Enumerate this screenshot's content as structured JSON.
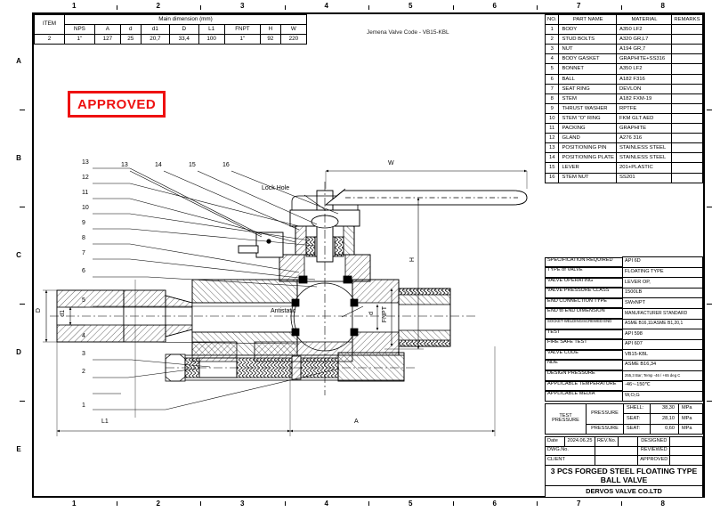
{
  "sheet": {
    "zone_columns": [
      "1",
      "2",
      "3",
      "4",
      "5",
      "6",
      "7",
      "8"
    ],
    "zone_rows": [
      "A",
      "B",
      "C",
      "D",
      "E"
    ]
  },
  "note": {
    "valve_code_note": "Jemena Valve Code - VB15-KBL"
  },
  "stamp": {
    "label": "APPROVED",
    "color": "#ee1111"
  },
  "dimension_table": {
    "group_header": "Main dimension (mm)",
    "item_header": "ITEM",
    "columns": [
      "NPS",
      "A",
      "d",
      "d1",
      "D",
      "L1",
      "FNPT",
      "H",
      "W"
    ],
    "rows": [
      {
        "item": "2",
        "values": [
          "1\"",
          "127",
          "25",
          "20,7",
          "33,4",
          "100",
          "1\"",
          "92",
          "220"
        ]
      }
    ]
  },
  "parts_list": {
    "headers": [
      "NO.",
      "PART NAME",
      "MATERIAL",
      "REMARKS"
    ],
    "rows": [
      {
        "no": "1",
        "part": "BODY",
        "material": "A350 LF2",
        "remarks": ""
      },
      {
        "no": "2",
        "part": "STUD BOLTS",
        "material": "A320 GR,L7",
        "remarks": ""
      },
      {
        "no": "3",
        "part": "NUT",
        "material": "A194 GR,7",
        "remarks": ""
      },
      {
        "no": "4",
        "part": "BODY GASKET",
        "material": "GRAPHITE+SS316",
        "remarks": ""
      },
      {
        "no": "5",
        "part": "BONNET",
        "material": "A350 LF2",
        "remarks": ""
      },
      {
        "no": "6",
        "part": "BALL",
        "material": "A182 F316",
        "remarks": ""
      },
      {
        "no": "7",
        "part": "SEAT RING",
        "material": "DEVLON",
        "remarks": ""
      },
      {
        "no": "8",
        "part": "STEM",
        "material": "A182 FXM-19",
        "remarks": ""
      },
      {
        "no": "9",
        "part": "THRUST WASHER",
        "material": "RPTFE",
        "remarks": ""
      },
      {
        "no": "10",
        "part": "STEM \"O\" RING",
        "material": "FKM GLT AED",
        "remarks": ""
      },
      {
        "no": "11",
        "part": "PACKING",
        "material": "GRAPHITE",
        "remarks": ""
      },
      {
        "no": "12",
        "part": "GLAND",
        "material": "A276 316",
        "remarks": ""
      },
      {
        "no": "13",
        "part": "POSITIONING PIN",
        "material": "STAINLESS STEEL",
        "remarks": ""
      },
      {
        "no": "14",
        "part": "POSITIONING PLATE",
        "material": "STAINLESS STEEL",
        "remarks": ""
      },
      {
        "no": "15",
        "part": "LEVER",
        "material": "201+PLASTIC",
        "remarks": ""
      },
      {
        "no": "16",
        "part": "STEM NUT",
        "material": "SS201",
        "remarks": ""
      }
    ]
  },
  "specifications": {
    "rows": [
      {
        "label": "SPECIFICATION REQUIRED",
        "value": "API 6D"
      },
      {
        "label": "TYPE of VALVE",
        "value": "FLOATING TYPE"
      },
      {
        "label": "VALVE OPERATING",
        "value": "LEVER OP,"
      },
      {
        "label": "VALVE PRESSURE CLASS",
        "value": "1500LB"
      },
      {
        "label": "END CONNECTION TYPE",
        "value": "SWxNPT"
      },
      {
        "label": "END to END DIMENSION",
        "value": "MANUFACTURER STANDARD"
      },
      {
        "label": "SOCKET-WELDING/SCREWED END",
        "value": "ASME B16,11/ASME B1,20,1"
      },
      {
        "label": "TEST",
        "value": "API 598"
      },
      {
        "label": "FIRE SAFE TEST",
        "value": "API 607"
      },
      {
        "label": "VALVE CODE",
        "value": "VB15-KBL"
      },
      {
        "label": "NDE",
        "value": "ASME  B16,34"
      },
      {
        "label": "DESIGN PRESSURE",
        "value": "255,3 Bar; Temp -46 / +65 deg C"
      },
      {
        "label": "APPLICABLE TEMPERATURE",
        "value": "-46~-150℃"
      },
      {
        "label": "APPLICABLE MEDIA",
        "value": "W,O,G"
      }
    ]
  },
  "test_pressure": {
    "group_label_line1": "TEST",
    "group_label_line2": "PRESSURE",
    "rows": [
      {
        "kind": "PRESSURE",
        "medium": "SHELL:",
        "value": "38,30",
        "unit": "MPa"
      },
      {
        "kind": "",
        "medium": "SEAT:",
        "value": "28,10",
        "unit": "MPa"
      },
      {
        "kind": "PRESSURE",
        "medium": "SEAT:",
        "value": "0,60",
        "unit": "MPa"
      }
    ]
  },
  "title_block": {
    "date_label": "Date",
    "date_value": "2024.06.25",
    "rev_label": "REV.No.",
    "rev_value": "",
    "designed_label": "DESIGNED",
    "designed_value": "",
    "dwg_label": "DWG.No.",
    "dwg_value": "",
    "reviewed_label": "REVIEWED",
    "reviewed_value": "",
    "client_label": "CLIENT",
    "client_value": "",
    "approved_label": "APPROVED",
    "approved_value": "",
    "main_title_line1": "3 PCS FORGED STEEL FLOATING TYPE",
    "main_title_line2": "BALL VALVE",
    "company": "DERVOS VALVE  CO.LTD"
  },
  "drawing": {
    "balloons": [
      "1",
      "2",
      "3",
      "4",
      "5",
      "6",
      "7",
      "8",
      "9",
      "10",
      "11",
      "12",
      "13",
      "14",
      "15",
      "16"
    ],
    "annotations": {
      "lock_hole": "Lock Hole",
      "antistatic": "Antistatic"
    },
    "dimension_labels": {
      "W": "W",
      "H": "H",
      "D": "D",
      "d1": "d1",
      "d": "d",
      "FNPT": "FNPT",
      "L1": "L1",
      "A": "A"
    }
  }
}
